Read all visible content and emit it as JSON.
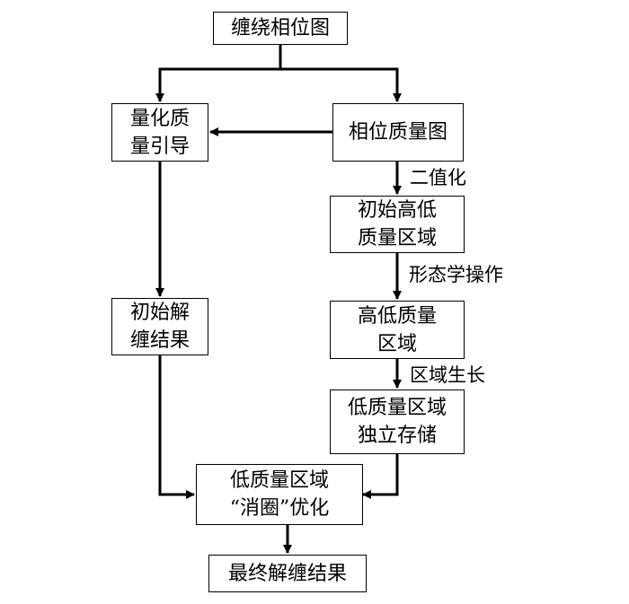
{
  "nodes": {
    "phase_map": "缠绕相位图",
    "quality_guided": "量化质\n量引导",
    "phase_quality_map": "相位质量图",
    "init_hi_lo_regions": "初始高低\n质量区域",
    "hi_lo_regions": "高低质量\n区域",
    "lo_regions_stored": "低质量区域\n独立存储",
    "init_unwrap_result": "初始解\n缠结果",
    "lo_region_opt": "低质量区域\n“消圈”优化",
    "final_unwrap_result": "最终解缠结果"
  },
  "edge_labels": {
    "binarize": "二值化",
    "morphology": "形态学操作",
    "region_growing": "区域生长"
  }
}
